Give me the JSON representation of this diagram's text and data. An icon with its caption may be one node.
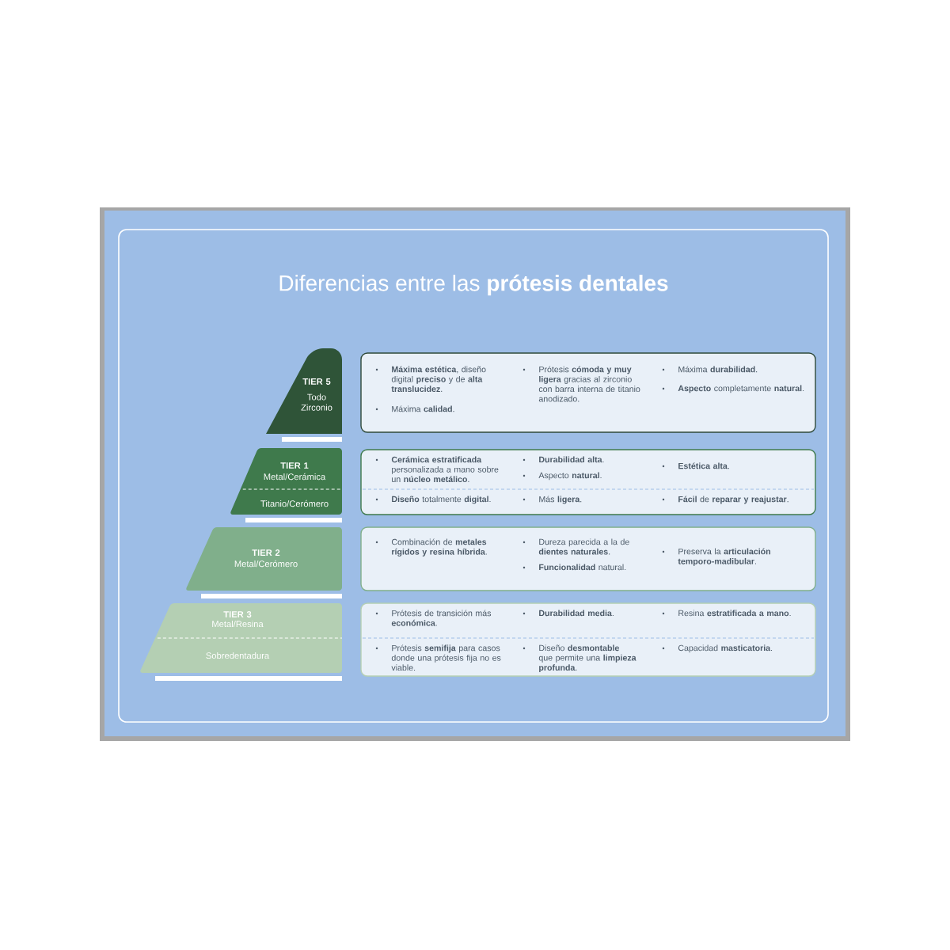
{
  "diagram": {
    "title": "Diferencias entre las **prótesis dentales**",
    "nodes": [
      {
        "text": [
          "TIER 5",
          "Todo Zirconio"
        ]
      },
      {
        "text": [
          "TIER 1",
          "Metal/Cerámica",
          "Titanio/Cerómero"
        ]
      },
      {
        "text": [
          "TIER 2",
          "Metal/Cerómero"
        ]
      },
      {
        "text": [
          "TIER 3",
          "Metal/Resina",
          "Sobredentadura"
        ]
      },
      {
        "text": [
          "**Máxima estética**, diseño digital **preciso** y de **alta translucidez**.",
          "Máxima **calidad**.",
          "Prótesis **cómoda y muy ligera** gracias al zirconio con barra interna de titanio anodizado.",
          "Máxima **durabilidad**.",
          "**Aspecto** completamente **natural**."
        ]
      },
      {
        "text": [
          "**Cerámica estratificada** personalizada a mano sobre un **núcleo metálico**.",
          "**Durabilidad alta**.",
          "Aspecto **natural**.",
          "**Estética alta**.",
          "**Diseño** totalmente **digital**.",
          "Más **ligera**.",
          "**Fácil** de **reparar y reajustar**."
        ]
      },
      {
        "text": [
          "Combinación de **metales rígidos y resina híbrida**.",
          "Dureza parecida a la de **dientes naturales**.",
          "**Funcionalidad** natural.",
          "Preserva la **articulación temporo-madibular**."
        ]
      },
      {
        "text": [
          "Prótesis de transición más **económica**.",
          "**Durabilidad media**.",
          "Resina **estratificada a mano**.",
          "Prótesis **semifija** para casos donde una prótesis fija no es viable.",
          "Diseño **desmontable** que permite una **limpieza profunda**.",
          "Capacidad **masticatoria**."
        ]
      }
    ]
  }
}
